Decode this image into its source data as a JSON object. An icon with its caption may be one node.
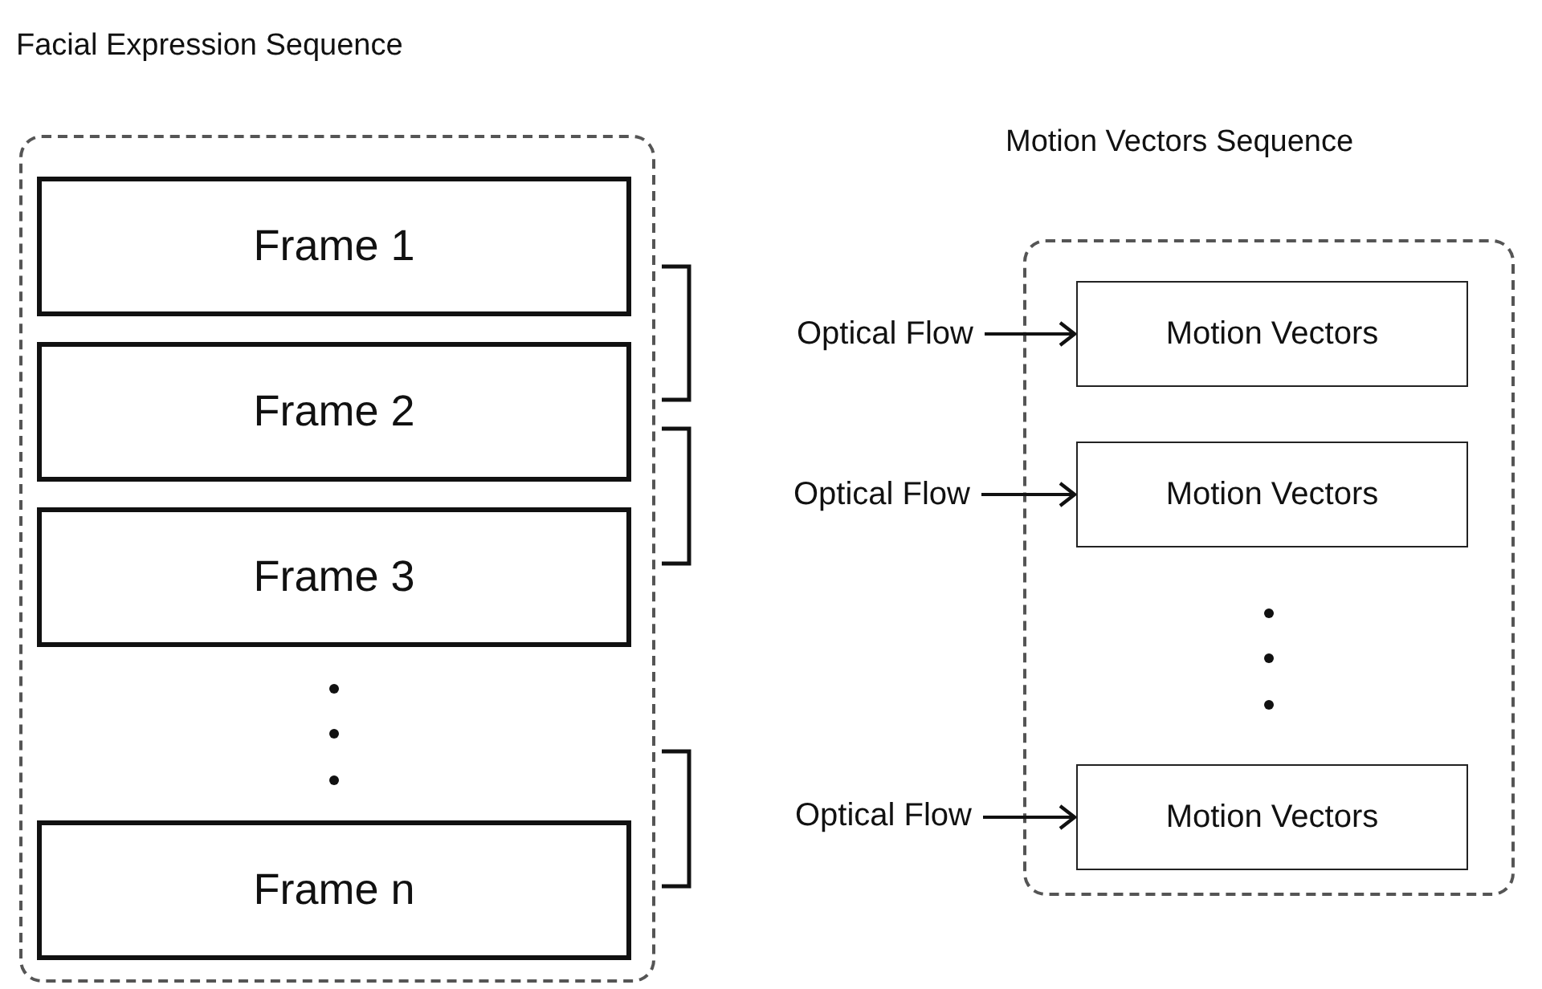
{
  "diagram": {
    "nodes": [
      {
        "text": [
          "Facial Expression Sequence"
        ]
      },
      {
        "text": [
          "Frame 1"
        ],
        "in": 0
      },
      {
        "text": [
          "Frame 2"
        ],
        "in": 0
      },
      {
        "text": [
          "Frame 3"
        ],
        "in": 0
      },
      {
        "text": [
          "Frame n"
        ],
        "in": 0
      },
      {
        "text": [
          "Optical Flow"
        ]
      },
      {
        "text": [
          "Optical Flow"
        ]
      },
      {
        "text": [
          "Optical Flow"
        ]
      },
      {
        "text": [
          "Motion Vectors Sequence"
        ]
      },
      {
        "text": [
          "Motion Vectors"
        ],
        "in": 8
      },
      {
        "text": [
          "Motion Vectors"
        ],
        "in": 8
      },
      {
        "text": [
          "Motion Vectors"
        ],
        "in": 8
      }
    ],
    "edges": [
      {
        "from": 5,
        "to": 9,
        "arrow": "to"
      },
      {
        "from": 6,
        "to": 10,
        "arrow": "to"
      },
      {
        "from": 7,
        "to": 11,
        "arrow": "to"
      }
    ]
  }
}
